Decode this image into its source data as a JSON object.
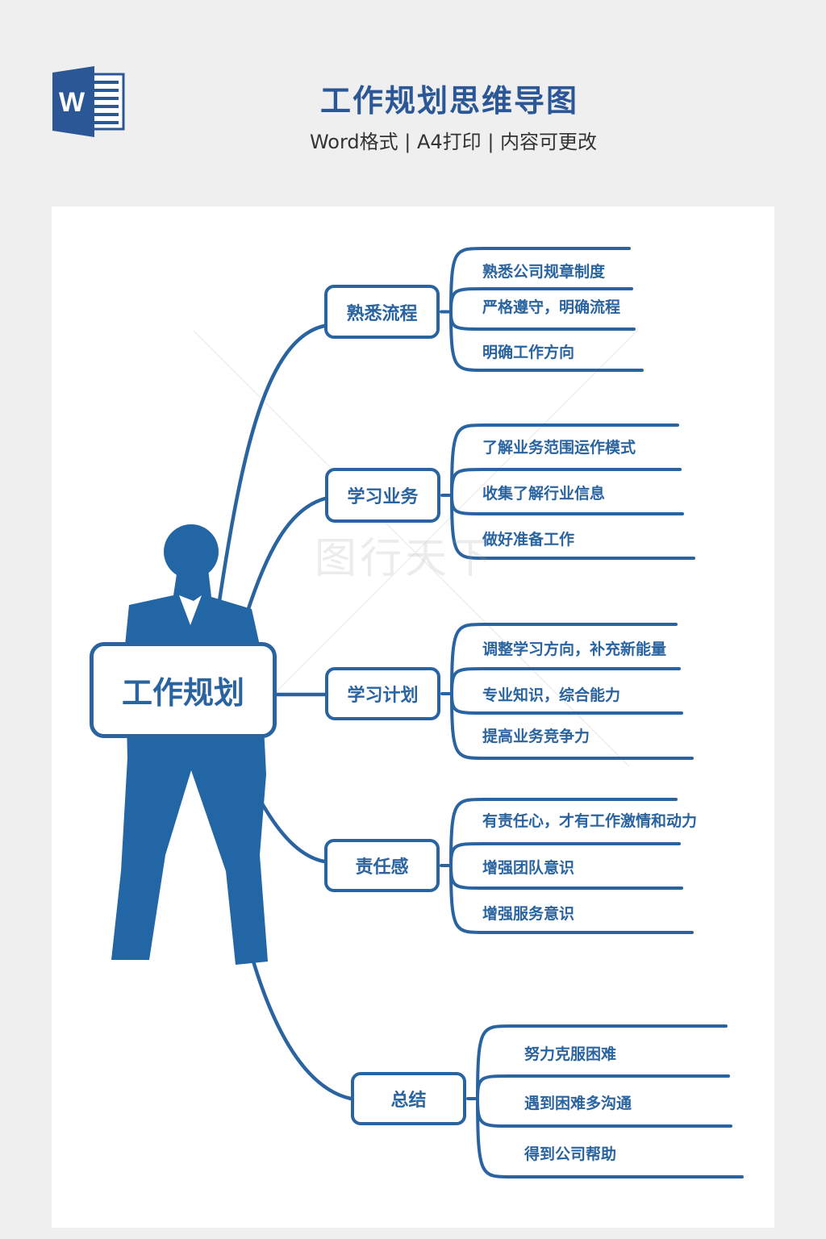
{
  "header": {
    "title": "工作规划思维导图",
    "subtitle": "Word格式 | A4打印 | 内容可更改",
    "logo_letter": "W",
    "logo_icon": "word-document-icon"
  },
  "colors": {
    "accent": "#2a64a0",
    "title": "#2b5797",
    "background": "#efefef"
  },
  "watermark": "图行天下",
  "mindmap": {
    "center": "工作规划",
    "branches": [
      {
        "label": "熟悉流程",
        "items": [
          "熟悉公司规章制度",
          "严格遵守，明确流程",
          "明确工作方向"
        ]
      },
      {
        "label": "学习业务",
        "items": [
          "了解业务范围运作模式",
          "收集了解行业信息",
          "做好准备工作"
        ]
      },
      {
        "label": "学习计划",
        "items": [
          "调整学习方向，补充新能量",
          "专业知识，综合能力",
          "提高业务竞争力"
        ]
      },
      {
        "label": "责任感",
        "items": [
          "有责任心，才有工作激情和动力",
          "增强团队意识",
          "增强服务意识"
        ]
      },
      {
        "label": "总结",
        "items": [
          "努力克服困难",
          "遇到困难多沟通",
          "得到公司帮助"
        ]
      }
    ]
  }
}
